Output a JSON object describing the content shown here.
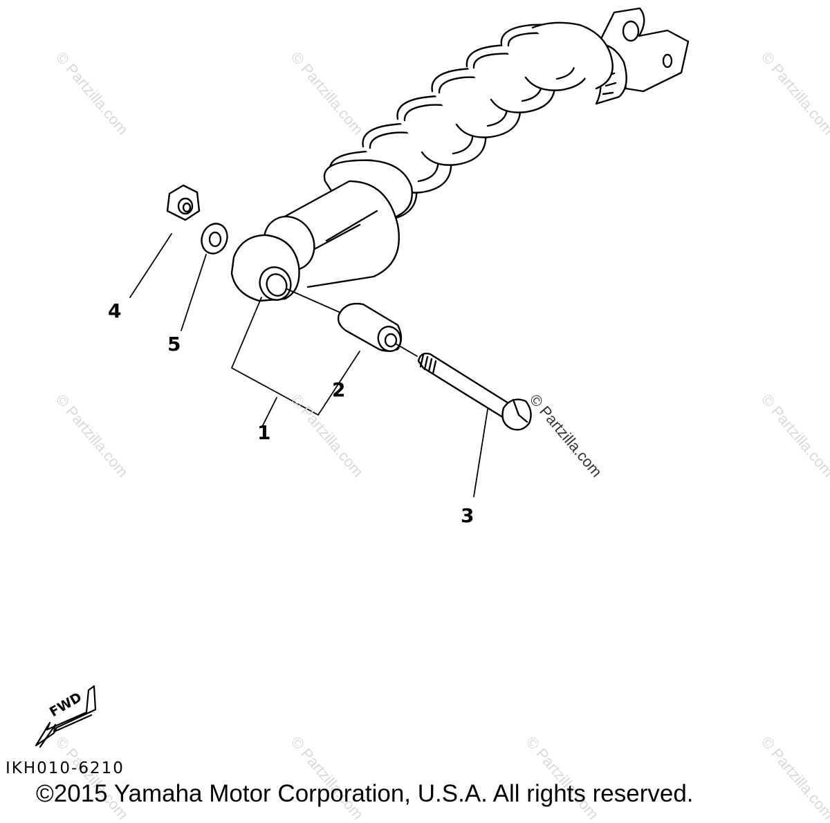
{
  "callouts": [
    {
      "id": "1",
      "label": "1"
    },
    {
      "id": "2",
      "label": "2"
    },
    {
      "id": "3",
      "label": "3"
    },
    {
      "id": "4",
      "label": "4"
    },
    {
      "id": "5",
      "label": "5"
    }
  ],
  "watermark": "© Partzilla.com",
  "fwd_label": "FWD",
  "diagram_code": "IKH010-6210",
  "copyright": "©2015 Yamaha Motor Corporation, U.S.A. All rights reserved."
}
